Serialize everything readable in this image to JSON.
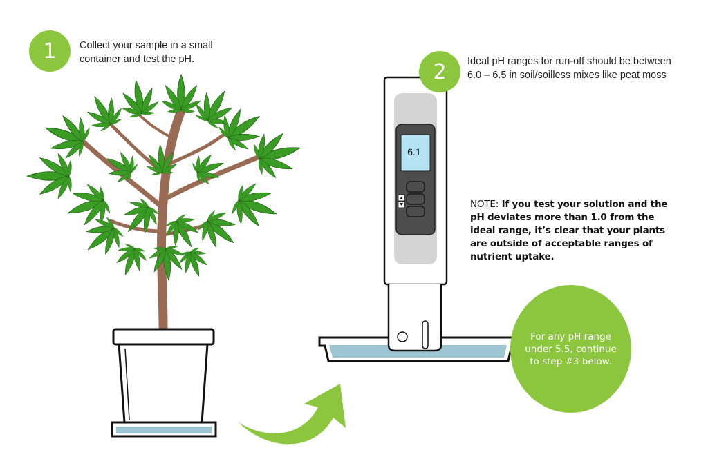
{
  "step1": {
    "number": "1",
    "text_line1": "Collect your sample in a small",
    "text_line2": "container and test the pH."
  },
  "step2": {
    "number": "2",
    "text_line1": "Ideal pH ranges for run-off should be between",
    "text_line2": "6.0 – 6.5 in soil/soilless mixes like peat moss"
  },
  "meter": {
    "reading": "6.1"
  },
  "note": {
    "label": "NOTE:",
    "body": "If you test your solution and the pH deviates more than 1.0 from the ideal range, it’s clear that your plants are outside of acceptable ranges of nutrient uptake."
  },
  "callout": {
    "text": "For any pH range under 5.5, continue to step #3 below."
  },
  "colors": {
    "accent_green": "#8cc63f",
    "water_blue": "#9dc4d2",
    "plant_green": "#3a9b25",
    "stem_brown": "#9a6b54"
  }
}
